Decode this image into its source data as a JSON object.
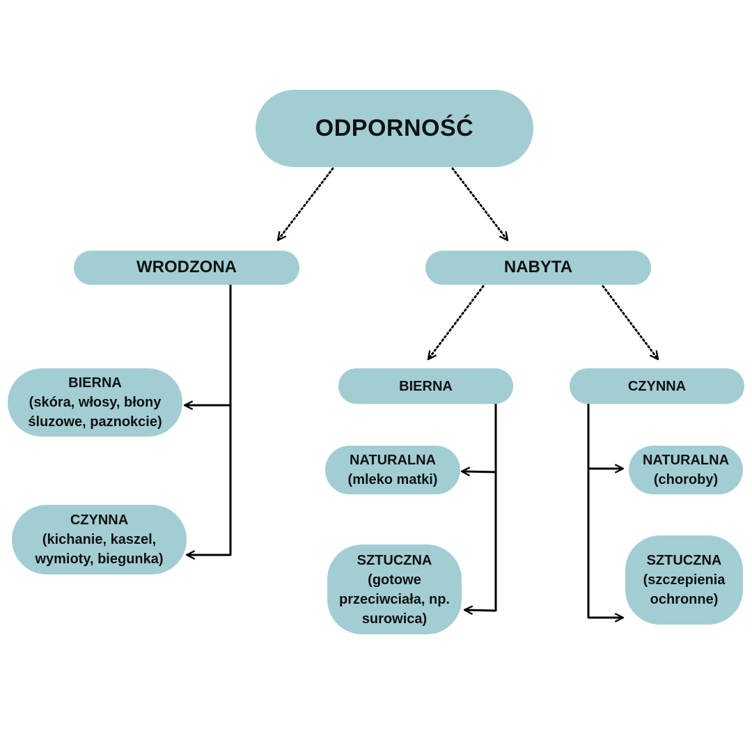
{
  "root": {
    "label": "ODPORNOŚĆ"
  },
  "wrodzona": {
    "label": "WRODZONA",
    "bierna": {
      "title": "BIERNA",
      "desc_1": "(skóra, włosy, błony",
      "desc_2": "śluzowe, paznokcie)"
    },
    "czynna": {
      "title": "CZYNNA",
      "desc_1": "(kichanie, kaszel,",
      "desc_2": "wymioty, biegunka)"
    }
  },
  "nabyta": {
    "label": "NABYTA",
    "bierna": {
      "label": "BIERNA",
      "naturalna": {
        "title": "NATURALNA",
        "desc_1": "(mleko matki)"
      },
      "sztuczna": {
        "title": "SZTUCZNA",
        "desc_1": "(gotowe",
        "desc_2": "przeciwciała, np.",
        "desc_3": "surowica)"
      }
    },
    "czynna": {
      "label": "CZYNNA",
      "naturalna": {
        "title": "NATURALNA",
        "desc_1": "(choroby)"
      },
      "sztuczna": {
        "title": "SZTUCZNA",
        "desc_1": "(szczepienia",
        "desc_2": "ochronne)"
      }
    }
  },
  "colors": {
    "node_fill": "#a2cdd3",
    "text": "#111111",
    "connector": "#000000"
  }
}
